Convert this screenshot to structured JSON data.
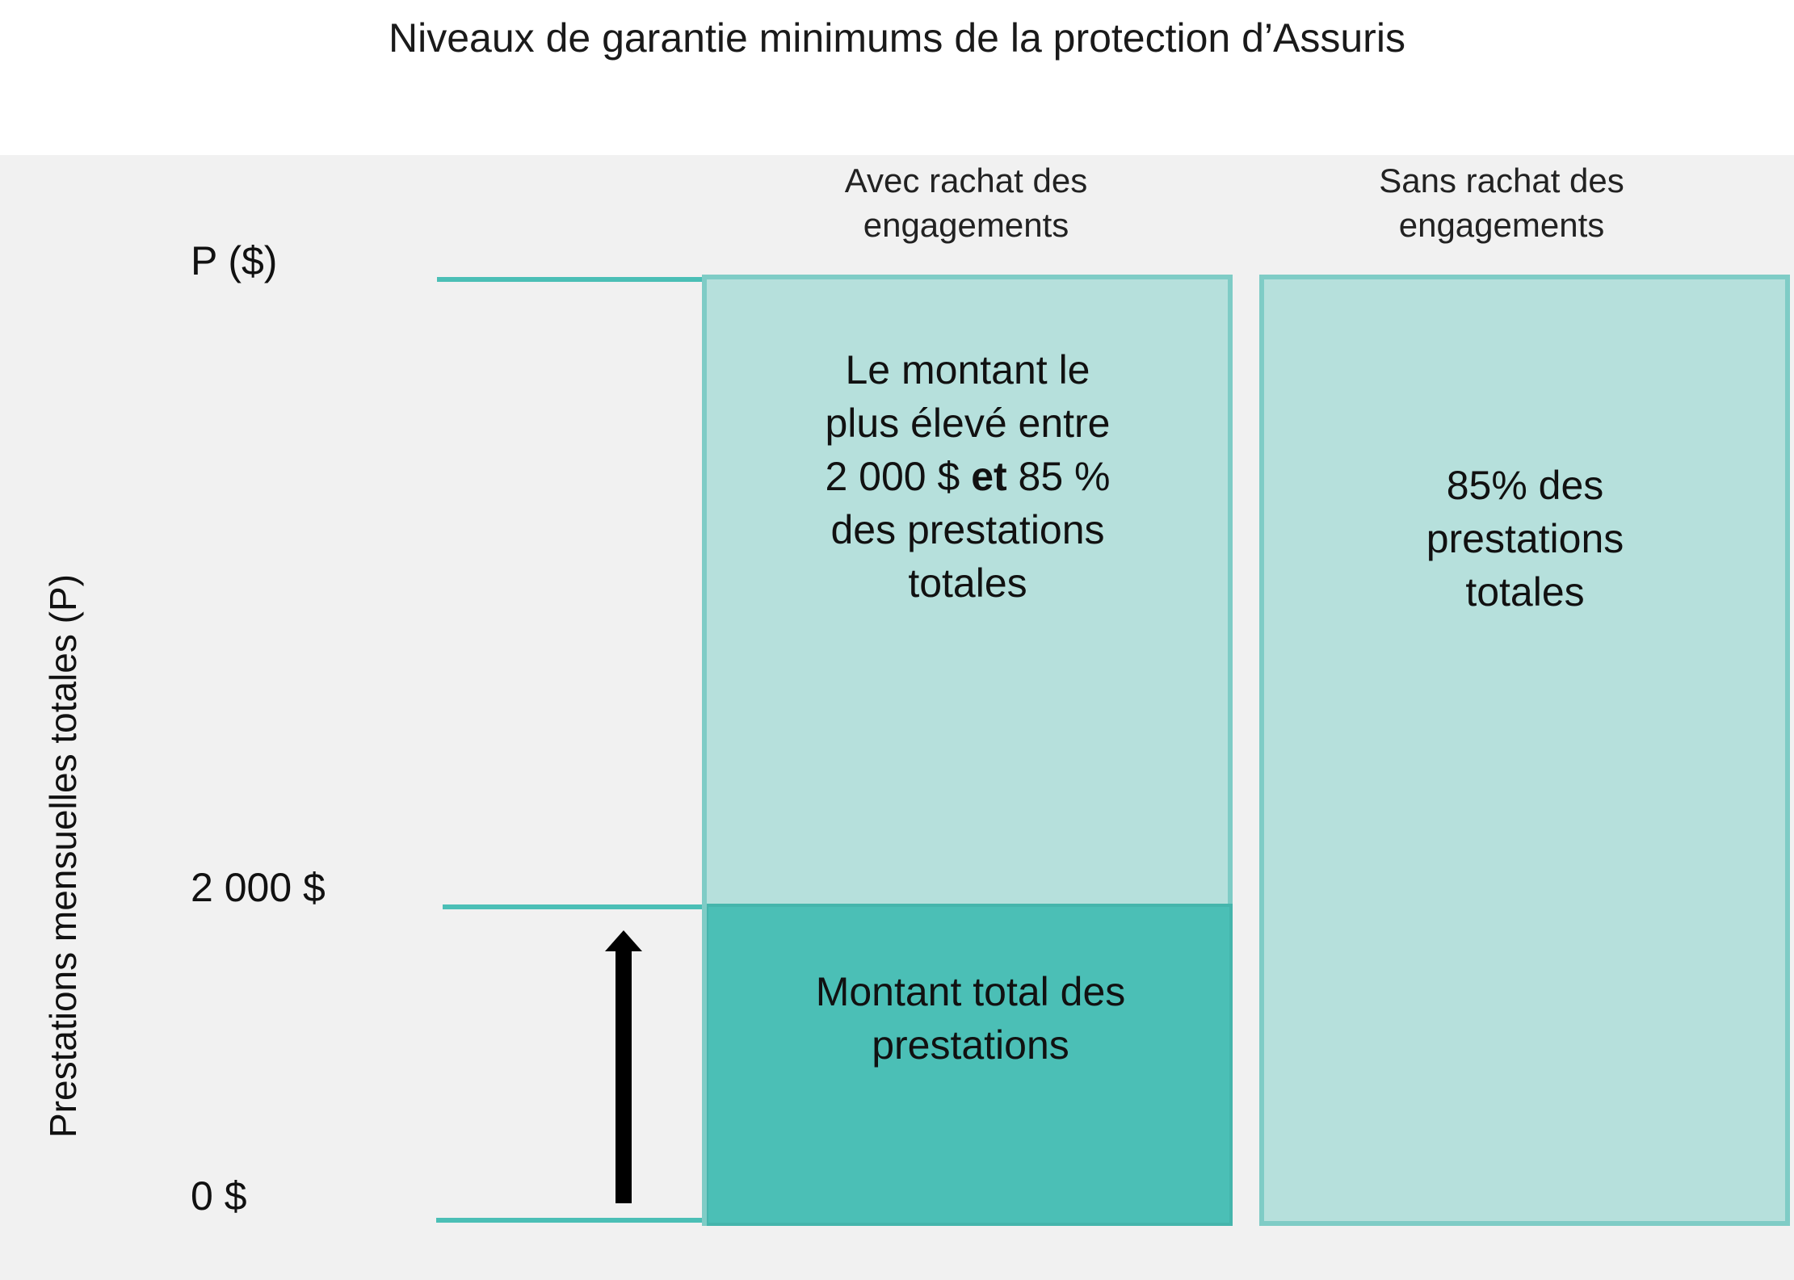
{
  "title": "Niveaux de garantie minimums de la protection d’Assuris",
  "columns": {
    "with_buyback": "Avec rachat des engagements",
    "without_buyback": "Sans rachat des engagements"
  },
  "y_axis": {
    "title": "Prestations mensuelles totales (P)",
    "ticks": {
      "top": "P ($)",
      "mid": "2 000 $",
      "bottom": "0 $"
    }
  },
  "boxes": {
    "with_upper": {
      "line1": "Le montant le",
      "line2": "plus élevé entre",
      "line3_a": "2 000 $ ",
      "line3_bold": "et",
      "line3_b": " 85 %",
      "line4": "des prestations",
      "line5": "totales"
    },
    "with_lower": {
      "line1": "Montant total des",
      "line2": "prestations"
    },
    "without": {
      "line1": "85% des",
      "line2": "prestations",
      "line3": "totales"
    }
  },
  "colors": {
    "light_teal": "#b6e0dc",
    "teal": "#4bbfb6",
    "border_teal": "#7fccc6",
    "panel_gray": "#f1f1f1"
  }
}
